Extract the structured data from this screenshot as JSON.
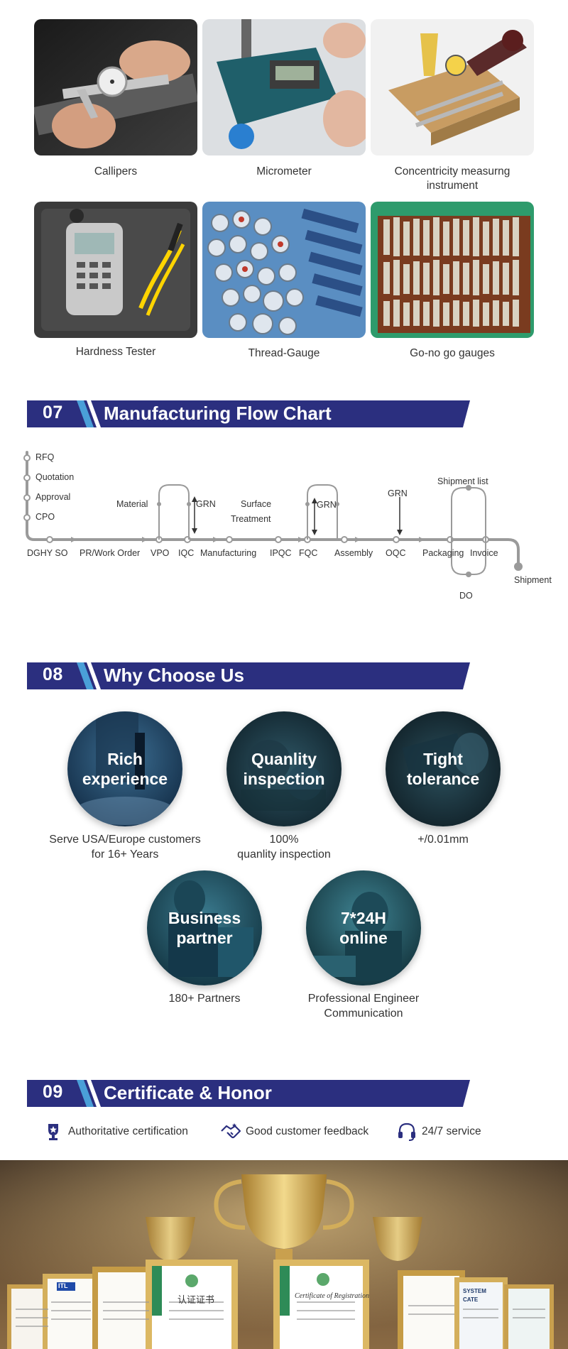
{
  "equipment": [
    {
      "label": "Callipers",
      "icon": "calliper-photo"
    },
    {
      "label": "Micrometer",
      "icon": "micrometer-photo"
    },
    {
      "label": "Concentricity measurng\ninstrument",
      "icon": "concentricity-photo"
    },
    {
      "label": "Hardness Tester",
      "icon": "hardness-tester-photo"
    },
    {
      "label": "Thread-Gauge",
      "icon": "thread-gauge-photo"
    },
    {
      "label": "Go-no go gauges",
      "icon": "go-no-go-photo"
    }
  ],
  "sections": {
    "flow": {
      "number": "07",
      "title": "Manufacturing Flow Chart"
    },
    "why": {
      "number": "08",
      "title": "Why Choose Us"
    },
    "cert": {
      "number": "09",
      "title": "Certificate & Honor"
    }
  },
  "flow_chart": {
    "left_stack": [
      "RFQ",
      "Quotation",
      "Approval",
      "CPO"
    ],
    "main_steps": [
      "DGHY SO",
      "PR/Work Order",
      "VPO",
      "IQC",
      "Manufacturing",
      "IPQC",
      "FQC",
      "Assembly",
      "OQC",
      "Packaging",
      "Invoice"
    ],
    "material": "Material",
    "grn_1": "GRN",
    "surface": "Surface",
    "treatment": "Treatment",
    "grn_2": "GRN",
    "grn_3": "GRN",
    "shipment_list": "Shipment list",
    "do": "DO",
    "shipment": "Shipment"
  },
  "why_choose": [
    {
      "title": "Rich\nexperience",
      "desc": "Serve USA/Europe customers\nfor 16+ Years"
    },
    {
      "title": "Quanlity\ninspection",
      "desc": "100%\nquanlity inspection"
    },
    {
      "title": "Tight\ntolerance",
      "desc": "+/0.01mm"
    },
    {
      "title": "Business\npartner",
      "desc": "180+ Partners"
    },
    {
      "title": "7*24H\nonline",
      "desc": "Professional Engineer\nCommunication"
    }
  ],
  "cert_features": [
    {
      "label": "Authoritative certification",
      "icon": "trophy-badge-icon"
    },
    {
      "label": "Good customer feedback",
      "icon": "handshake-icon"
    },
    {
      "label": "24/7 service",
      "icon": "headset-icon"
    }
  ],
  "certificates": {
    "left_heading": "认证证书",
    "right_heading": "Certificate of Registration",
    "itl": "ITL",
    "system": "SYSTEM",
    "cate": "CATE"
  },
  "colors": {
    "banner_navy": "#2b2f7f",
    "banner_stripe": "#4a9fd8",
    "flow_line": "#9a9a9a"
  }
}
